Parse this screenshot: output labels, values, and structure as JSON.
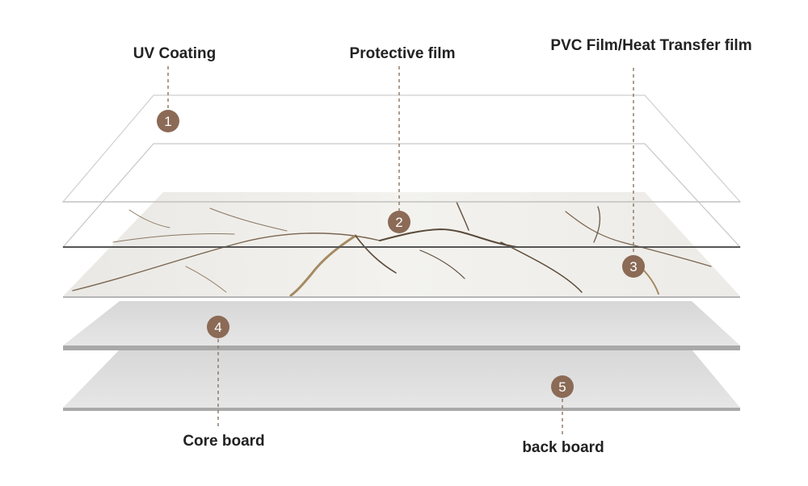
{
  "labels": {
    "uv_coating": "UV Coating",
    "protective_film": "Protective film",
    "pvc_film": "PVC Film/Heat Transfer film",
    "core_board": "Core board",
    "back_board": "back board"
  },
  "markers": {
    "m1": "1",
    "m2": "2",
    "m3": "3",
    "m4": "4",
    "m5": "5"
  },
  "colors": {
    "marker": "#8b6a56",
    "leader": "#8a7462",
    "sheet_outline": "#c9c9c9",
    "board_top": "#dcdcdc",
    "board_edge": "#a9a9a9",
    "vein_dark": "#5b4a3a",
    "vein_gold": "#a58a62"
  }
}
